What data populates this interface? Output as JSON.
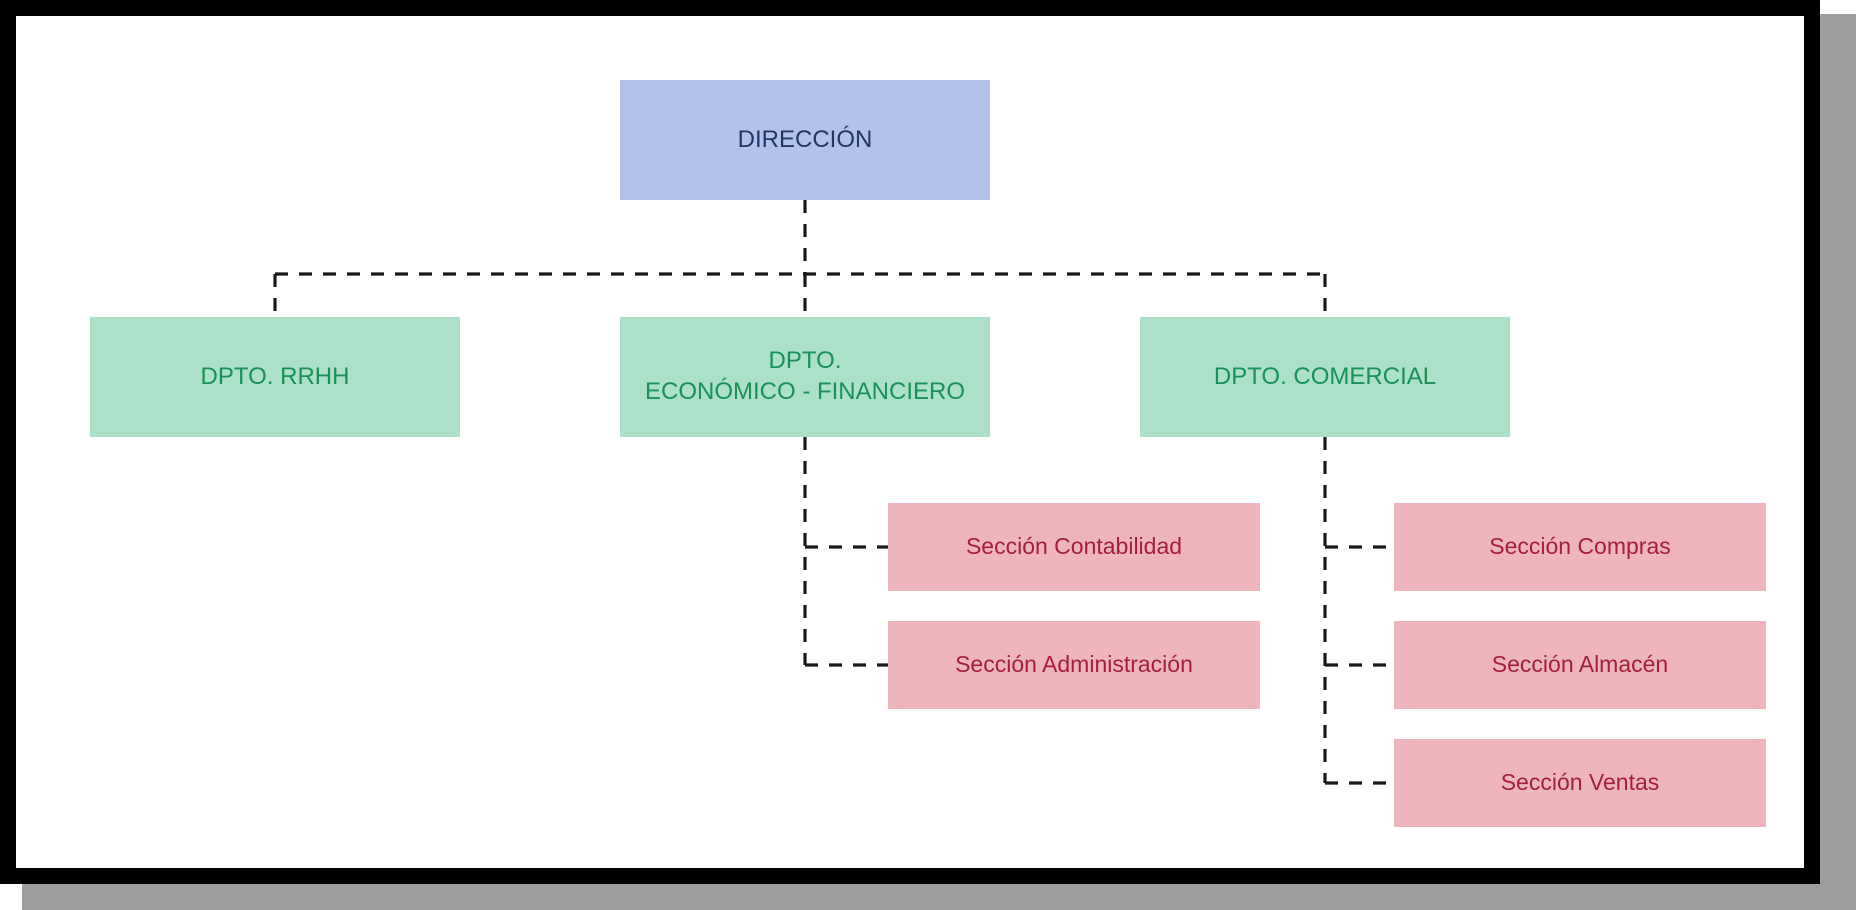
{
  "diagram": {
    "type": "organizational-chart",
    "language": "es",
    "background": "#ffffff",
    "frame_color": "#000000",
    "shadow_color": "#9d9d9d",
    "connector_color": "#1a1a1a",
    "connector_style": "dashed-orthogonal"
  },
  "levels": {
    "root": {
      "label": "DIRECCIÓN",
      "fill": "#b3c2e8",
      "text_color": "#1f3864"
    },
    "departments": {
      "fill": "#ade0c8",
      "text_color": "#1a9156",
      "items": [
        {
          "label": "DPTO. RRHH"
        },
        {
          "label": "DPTO.\nECONÓMICO - FINANCIERO"
        },
        {
          "label": "DPTO. COMERCIAL"
        }
      ]
    },
    "sections": {
      "fill": "#eeb5bd",
      "text_color": "#a61f38",
      "economico_financiero": [
        {
          "label": "Sección Contabilidad"
        },
        {
          "label": "Sección Administración"
        }
      ],
      "comercial": [
        {
          "label": "Sección Compras"
        },
        {
          "label": "Sección Almacén"
        },
        {
          "label": "Sección Ventas"
        }
      ]
    }
  },
  "hierarchy": {
    "DIRECCIÓN": [
      "DPTO. RRHH",
      "DPTO. ECONÓMICO - FINANCIERO",
      "DPTO. COMERCIAL"
    ],
    "DPTO. RRHH": [],
    "DPTO. ECONÓMICO - FINANCIERO": [
      "Sección Contabilidad",
      "Sección Administración"
    ],
    "DPTO. COMERCIAL": [
      "Sección Compras",
      "Sección Almacén",
      "Sección Ventas"
    ]
  }
}
